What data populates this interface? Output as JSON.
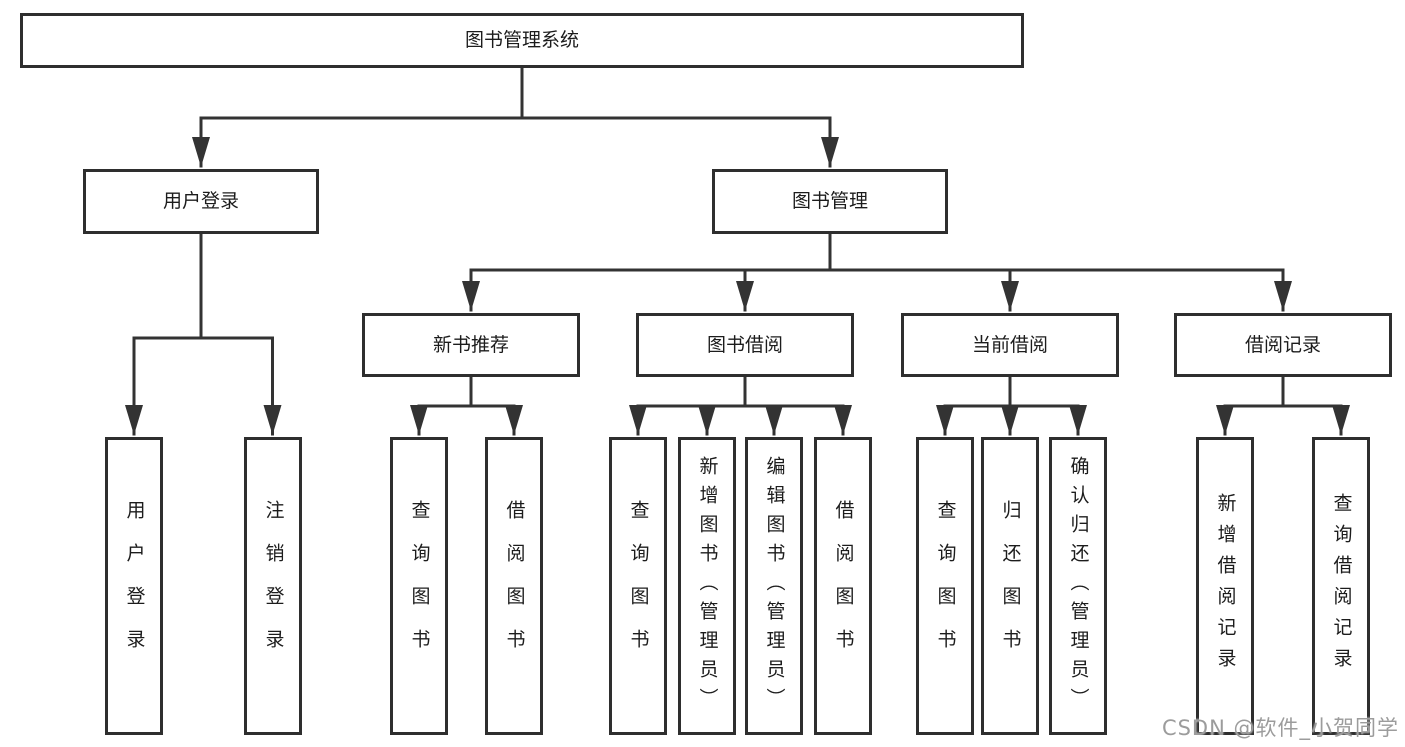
{
  "root": {
    "label": "图书管理系统"
  },
  "nodes": {
    "user_login": {
      "label": "用户登录",
      "children": [
        {
          "label": "用户登录"
        },
        {
          "label": "注销登录"
        }
      ]
    },
    "book_management": {
      "label": "图书管理"
    },
    "new_book_rec": {
      "label": "新书推荐",
      "children": [
        {
          "label": "查询图书"
        },
        {
          "label": "借阅图书"
        }
      ]
    },
    "book_borrow": {
      "label": "图书借阅",
      "children": [
        {
          "label": "查询图书"
        },
        {
          "label": "新增图书（管理员）"
        },
        {
          "label": "编辑图书（管理员）"
        },
        {
          "label": "借阅图书"
        }
      ]
    },
    "current_borrow": {
      "label": "当前借阅",
      "children": [
        {
          "label": "查询图书"
        },
        {
          "label": "归还图书"
        },
        {
          "label": "确认归还（管理员）"
        }
      ]
    },
    "borrow_record": {
      "label": "借阅记录",
      "children": [
        {
          "label": "新增借阅记录"
        },
        {
          "label": "查询借阅记录"
        }
      ]
    }
  },
  "watermark": "CSDN @软件_小贺同学",
  "colors": {
    "line": "#333333",
    "box_border": "#2e2e2e",
    "text": "#1c1c1c",
    "background": "#ffffff",
    "watermark": "#9c9c9c"
  }
}
